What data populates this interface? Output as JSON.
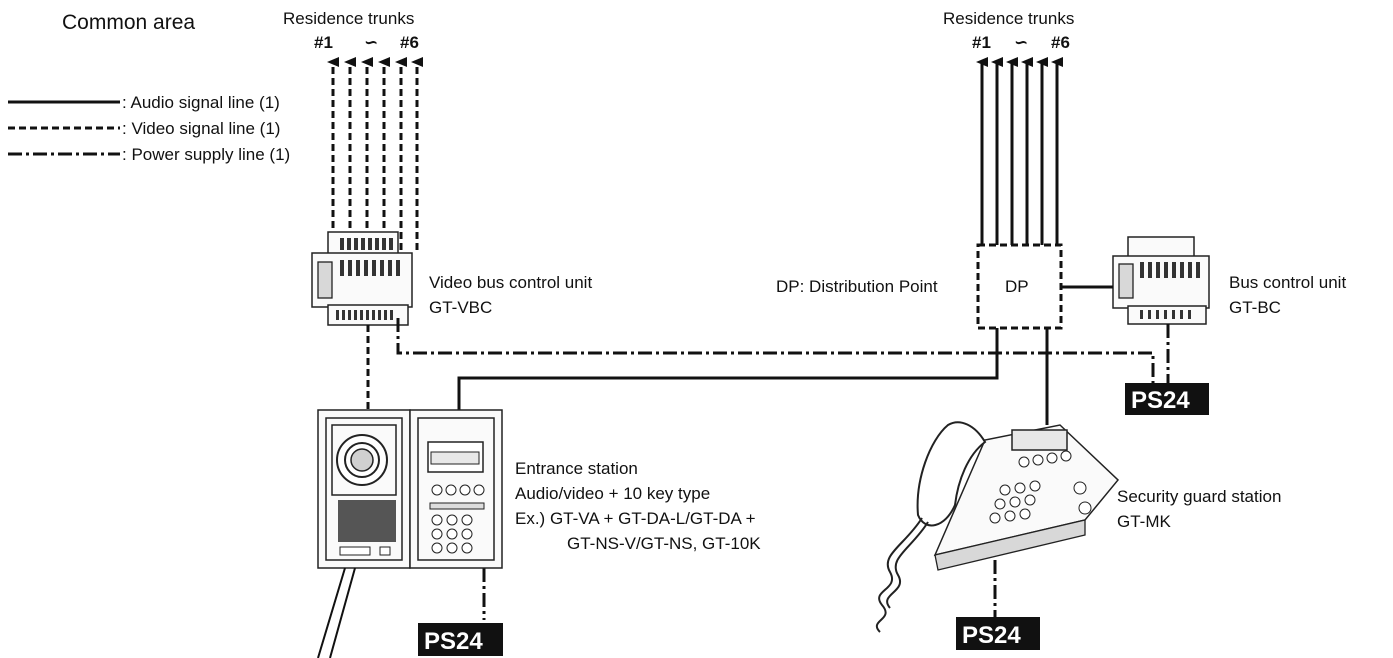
{
  "area_title": "Common area",
  "legend": {
    "audio": ": Audio signal line (1)",
    "video": ": Video signal line (1)",
    "power": ": Power supply line (1)"
  },
  "trunks_left": {
    "title": "Residence trunks",
    "first": "#1",
    "sep": "∽",
    "last": "#6"
  },
  "trunks_right": {
    "title": "Residence trunks",
    "first": "#1",
    "sep": "∽",
    "last": "#6"
  },
  "vbc": {
    "name": "Video bus control unit",
    "model": "GT-VBC"
  },
  "bc": {
    "name": "Bus control unit",
    "model": "GT-BC"
  },
  "dp": {
    "legend": "DP: Distribution Point",
    "label": "DP"
  },
  "power_supply_label": "PS24",
  "entrance": {
    "line1": "Entrance station",
    "line2": "Audio/video + 10 key type",
    "line3": "Ex.) GT-VA + GT-DA-L/GT-DA +",
    "line4": "GT-NS-V/GT-NS, GT-10K"
  },
  "guard": {
    "name": "Security guard station",
    "model": "GT-MK"
  }
}
